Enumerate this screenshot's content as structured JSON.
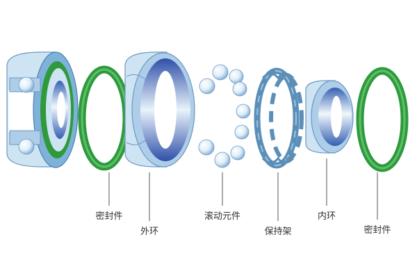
{
  "labels": {
    "seal_left": "密封件",
    "outer_ring": "外环",
    "rolling_elements": "滚动元件",
    "cage": "保持架",
    "inner_ring": "内环",
    "seal_right": "密封件"
  },
  "colors": {
    "ring_light": "#cfe4f3",
    "ring_mid": "#7fb2d9",
    "ring_dark": "#2f4fa8",
    "seal_green": "#2e9a3c",
    "ball": "#dfeef9",
    "cage": "#5b8fb8",
    "leader": "#555555"
  }
}
